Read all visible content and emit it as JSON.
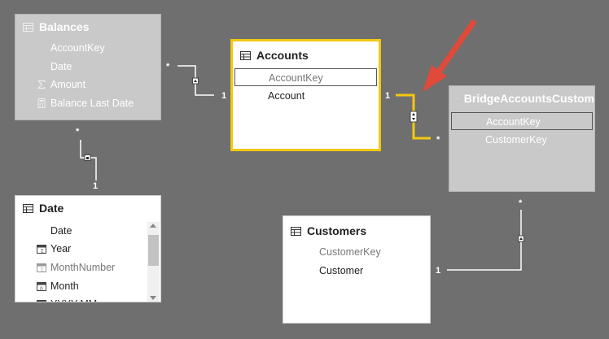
{
  "tables": {
    "balances": {
      "title": "Balances",
      "fields": [
        "AccountKey",
        "Date",
        "Amount",
        "Balance Last Date"
      ]
    },
    "accounts": {
      "title": "Accounts",
      "fields": [
        "AccountKey",
        "Account"
      ]
    },
    "bridge": {
      "title": "BridgeAccountsCustom",
      "fields": [
        "AccountKey",
        "CustomerKey"
      ]
    },
    "date": {
      "title": "Date",
      "fields": [
        "Date",
        "Year",
        "MonthNumber",
        "Month",
        "YYYY-MM"
      ]
    },
    "customers": {
      "title": "Customers",
      "fields": [
        "CustomerKey",
        "Customer"
      ]
    }
  },
  "cardinality": {
    "balances_accounts_many": "*",
    "balances_accounts_one": "1",
    "balances_date_many": "*",
    "balances_date_one": "1",
    "accounts_bridge_one": "1",
    "accounts_bridge_many": "*",
    "customers_bridge_one": "1",
    "customers_bridge_many": "*"
  },
  "colors": {
    "canvas": "#6f6f6f",
    "dim_card": "#c9c9c9",
    "active_card": "#ffffff",
    "selected_border": "#f2c811",
    "relationship_line": "#ffffff",
    "highlight_line": "#f2c811",
    "arrow": "#e04a3a"
  },
  "icons": {
    "table": "table-icon",
    "sum": "sigma-icon",
    "calculator": "calculator-icon",
    "calendar": "calendar-icon",
    "function": "function-icon",
    "filter_direction": "filter-direction-icon",
    "arrow": "annotation-arrow-icon"
  }
}
